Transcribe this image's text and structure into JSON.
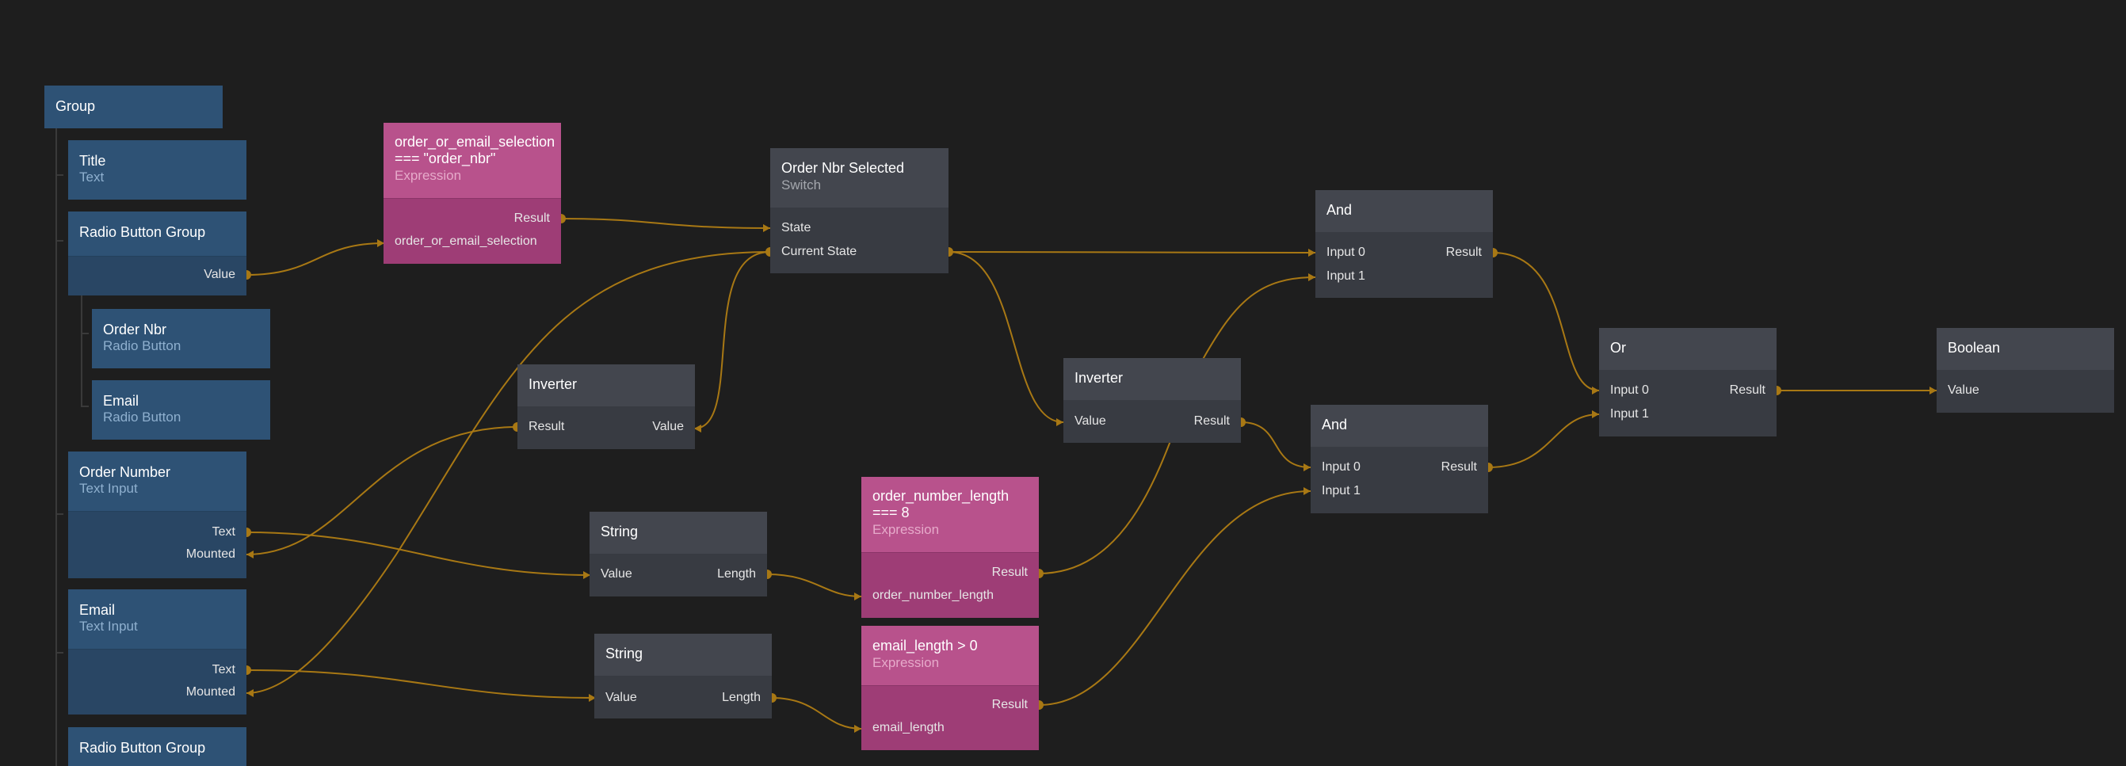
{
  "colors": {
    "background": "#1e1e1e",
    "wire": "#a87814",
    "ui_node": "#2e5275",
    "logic_node": "#43464e",
    "expression_node": "#b8528c"
  },
  "nodes": {
    "group": {
      "title": "Group"
    },
    "title_text": {
      "title": "Title",
      "subtitle": "Text"
    },
    "radio_group": {
      "title": "Radio Button Group",
      "ports": {
        "value": "Value"
      }
    },
    "order_nbr_radio": {
      "title": "Order Nbr",
      "subtitle": "Radio Button"
    },
    "email_radio": {
      "title": "Email",
      "subtitle": "Radio Button"
    },
    "order_number_input": {
      "title": "Order Number",
      "subtitle": "Text Input",
      "ports": {
        "text": "Text",
        "mounted": "Mounted"
      }
    },
    "email_input": {
      "title": "Email",
      "subtitle": "Text Input",
      "ports": {
        "text": "Text",
        "mounted": "Mounted"
      }
    },
    "radio_group_2": {
      "title": "Radio Button Group"
    },
    "expr_selection": {
      "title_line1": "order_or_email_selection",
      "title_line2": "=== \"order_nbr\"",
      "subtitle": "Expression",
      "ports": {
        "result": "Result",
        "input": "order_or_email_selection"
      }
    },
    "switch": {
      "title": "Order Nbr Selected",
      "subtitle": "Switch",
      "ports": {
        "state": "State",
        "current_state": "Current State"
      }
    },
    "inverter_1": {
      "title": "Inverter",
      "ports": {
        "result": "Result",
        "value": "Value"
      }
    },
    "string_1": {
      "title": "String",
      "ports": {
        "value": "Value",
        "length": "Length"
      }
    },
    "string_2": {
      "title": "String",
      "ports": {
        "value": "Value",
        "length": "Length"
      }
    },
    "expr_order_len": {
      "title_line1": "order_number_length",
      "title_line2": "=== 8",
      "subtitle": "Expression",
      "ports": {
        "result": "Result",
        "input": "order_number_length"
      }
    },
    "expr_email_len": {
      "title": "email_length > 0",
      "subtitle": "Expression",
      "ports": {
        "result": "Result",
        "input": "email_length"
      }
    },
    "inverter_2": {
      "title": "Inverter",
      "ports": {
        "value": "Value",
        "result": "Result"
      }
    },
    "and_1": {
      "title": "And",
      "ports": {
        "input0": "Input 0",
        "input1": "Input 1",
        "result": "Result"
      }
    },
    "and_2": {
      "title": "And",
      "ports": {
        "input0": "Input 0",
        "input1": "Input 1",
        "result": "Result"
      }
    },
    "or": {
      "title": "Or",
      "ports": {
        "input0": "Input 0",
        "input1": "Input 1",
        "result": "Result"
      }
    },
    "boolean": {
      "title": "Boolean",
      "ports": {
        "value": "Value"
      }
    }
  }
}
